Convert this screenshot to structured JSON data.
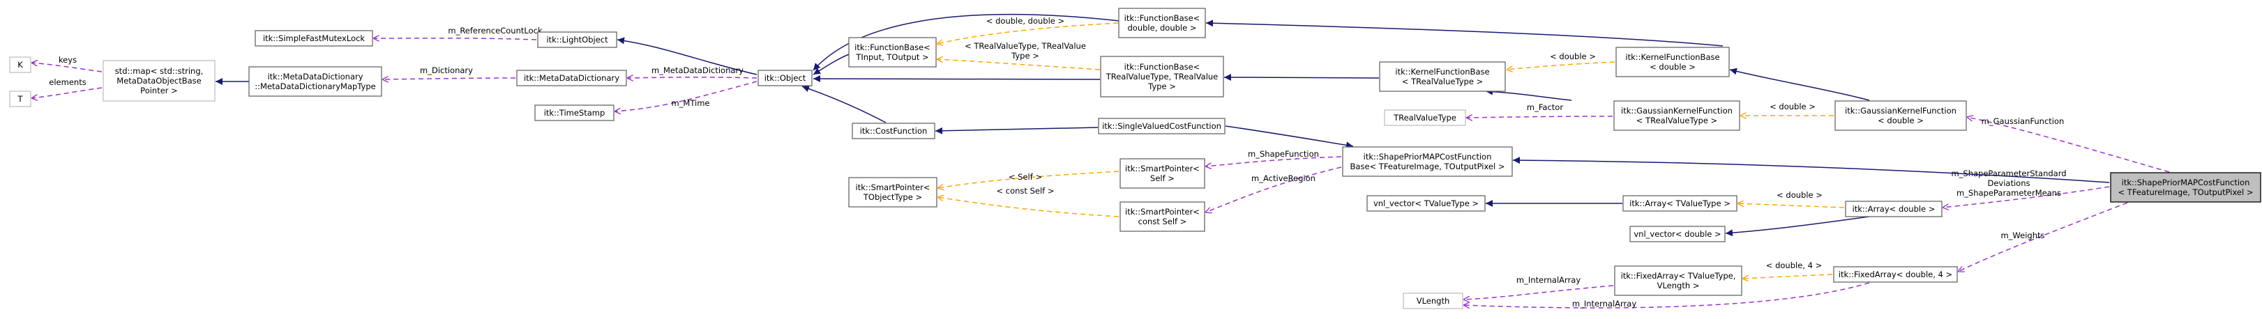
{
  "colors": {
    "inheritance": "#191970",
    "usage": "#9a32cd",
    "template": "#ffa500",
    "node_border": "#666666",
    "grey_border": "#bfbfbf",
    "focus_fill": "#bfbfbf"
  },
  "nodes": {
    "K": [
      "K"
    ],
    "T": [
      "T"
    ],
    "stdmap": [
      "std::map< std::string,",
      "MetaDataObjectBase",
      "Pointer >"
    ],
    "simpleFastMutexLock": [
      "itk::SimpleFastMutexLock"
    ],
    "lightObject": [
      "itk::LightObject"
    ],
    "metaDataDictMapType": [
      "itk::MetaDataDictionary",
      "::MetaDataDictionaryMapType"
    ],
    "metaDataDictionary": [
      "itk::MetaDataDictionary"
    ],
    "timeStamp": [
      "itk::TimeStamp"
    ],
    "object": [
      "itk::Object"
    ],
    "costFunction": [
      "itk::CostFunction"
    ],
    "functionBaseDouble": [
      "itk::FunctionBase<",
      "double, double >"
    ],
    "functionBaseTInput": [
      "itk::FunctionBase<",
      "TInput, TOutput >"
    ],
    "functionBaseTReal": [
      "itk::FunctionBase<",
      "TRealValueType, TRealValue",
      "Type >"
    ],
    "singleValuedCostFunction": [
      "itk::SingleValuedCostFunction"
    ],
    "smartPointerSelf": [
      "itk::SmartPointer<",
      "Self >"
    ],
    "smartPointerTObject": [
      "itk::SmartPointer<",
      "TObjectType >"
    ],
    "smartPointerConstSelf": [
      "itk::SmartPointer<",
      "const Self >"
    ],
    "kernelFunctionBaseT": [
      "itk::KernelFunctionBase",
      "< TRealValueType >"
    ],
    "tRealValueType": [
      "TRealValueType"
    ],
    "shapePriorBase": [
      "itk::ShapePriorMAPCostFunction",
      "Base< TFeatureImage, TOutputPixel >"
    ],
    "vnlVectorT": [
      "vnl_vector< TValueType >"
    ],
    "vnlVectorDouble": [
      "vnl_vector< double >"
    ],
    "vLength": [
      "VLength"
    ],
    "kernelFunctionBaseDouble": [
      "itk::KernelFunctionBase",
      "< double >"
    ],
    "gaussianKernelT": [
      "itk::GaussianKernelFunction",
      "< TRealValueType >"
    ],
    "arrayT": [
      "itk::Array< TValueType >"
    ],
    "fixedArrayT": [
      "itk::FixedArray< TValueType,",
      "VLength >"
    ],
    "gaussianKernelDouble": [
      "itk::GaussianKernelFunction",
      "< double >"
    ],
    "arrayDouble": [
      "itk::Array< double >"
    ],
    "fixedArrayDouble": [
      "itk::FixedArray< double, 4 >"
    ],
    "shapePriorMAP": [
      "itk::ShapePriorMAPCostFunction",
      "< TFeatureImage, TOutputPixel >"
    ]
  },
  "edge_labels": {
    "keys": [
      "keys"
    ],
    "elements": [
      "elements"
    ],
    "referenceCountLock": [
      "m_ReferenceCountLock"
    ],
    "dictionaryMap": [
      "m_Dictionary"
    ],
    "metaDataDictionary": [
      "m_MetaDataDictionary"
    ],
    "mtime": [
      "m_MTime"
    ],
    "doubleDouble": [
      "< double, double >"
    ],
    "tRealValueTypes": [
      "< TRealValueType, TRealValue",
      "Type >"
    ],
    "selfLabel": [
      "< Self >"
    ],
    "constSelfLabel": [
      "< const Self >"
    ],
    "shapeFunction": [
      "m_ShapeFunction"
    ],
    "activeRegion": [
      "m_ActiveRegion"
    ],
    "kernelDouble": [
      "< double >"
    ],
    "factor": [
      "m_Factor"
    ],
    "gaussianDouble": [
      "< double >"
    ],
    "arrayDoubleLabel": [
      "< double >"
    ],
    "internalArray1": [
      "m_InternalArray"
    ],
    "double4": [
      "< double, 4 >"
    ],
    "internalArray2": [
      "m_InternalArray"
    ],
    "gaussianFunction": [
      "m_GaussianFunction"
    ],
    "shapeParams": [
      "m_ShapeParameterStandard",
      "Deviations",
      "m_ShapeParameterMeans"
    ],
    "weights": [
      "m_Weights"
    ]
  }
}
